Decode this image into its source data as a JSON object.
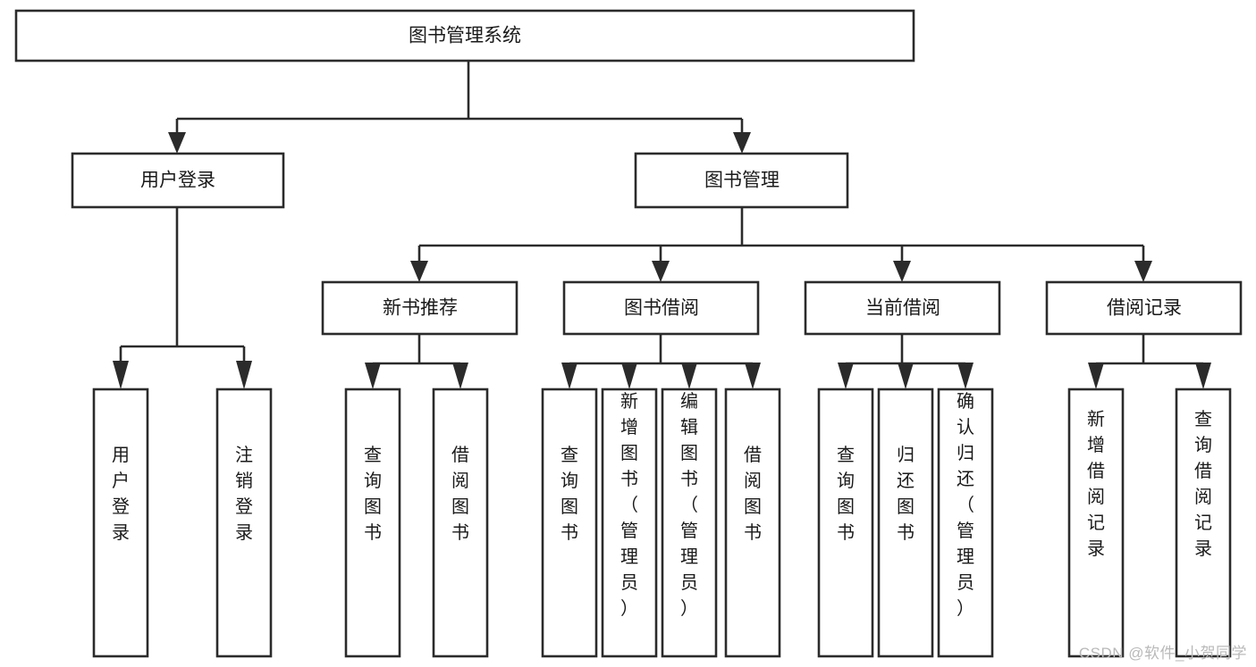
{
  "diagram": {
    "type": "tree-hierarchy",
    "title": "图书管理系统",
    "watermark": "CSDN @软件_小贺同学",
    "colors": {
      "stroke": "#2b2b2b",
      "box_fill": "#ffffff",
      "text": "#1a1a1a",
      "background": "#ffffff",
      "watermark": "#b9b9b9"
    },
    "levels": [
      {
        "level": 1,
        "nodes": [
          {
            "id": "root",
            "label": "图书管理系统",
            "orientation": "horizontal"
          }
        ]
      },
      {
        "level": 2,
        "nodes": [
          {
            "id": "user-login",
            "label": "用户登录",
            "parent": "root",
            "orientation": "horizontal"
          },
          {
            "id": "book-manage",
            "label": "图书管理",
            "parent": "root",
            "orientation": "horizontal"
          }
        ]
      },
      {
        "level": 3,
        "nodes": [
          {
            "id": "new-book-rec",
            "label": "新书推荐",
            "parent": "book-manage",
            "orientation": "horizontal"
          },
          {
            "id": "book-borrow",
            "label": "图书借阅",
            "parent": "book-manage",
            "orientation": "horizontal"
          },
          {
            "id": "current-borrow",
            "label": "当前借阅",
            "parent": "book-manage",
            "orientation": "horizontal"
          },
          {
            "id": "borrow-record",
            "label": "借阅记录",
            "parent": "book-manage",
            "orientation": "horizontal"
          }
        ]
      },
      {
        "level": 4,
        "nodes": [
          {
            "id": "leaf-1",
            "label": "用户登录",
            "parent": "user-login",
            "orientation": "vertical"
          },
          {
            "id": "leaf-2",
            "label": "注销登录",
            "parent": "user-login",
            "orientation": "vertical"
          },
          {
            "id": "leaf-3",
            "label": "查询图书",
            "parent": "new-book-rec",
            "orientation": "vertical"
          },
          {
            "id": "leaf-4",
            "label": "借阅图书",
            "parent": "new-book-rec",
            "orientation": "vertical"
          },
          {
            "id": "leaf-5",
            "label": "查询图书",
            "parent": "book-borrow",
            "orientation": "vertical"
          },
          {
            "id": "leaf-6",
            "label": "新增图书（管理员）",
            "parent": "book-borrow",
            "orientation": "vertical"
          },
          {
            "id": "leaf-7",
            "label": "编辑图书（管理员）",
            "parent": "book-borrow",
            "orientation": "vertical"
          },
          {
            "id": "leaf-8",
            "label": "借阅图书",
            "parent": "book-borrow",
            "orientation": "vertical"
          },
          {
            "id": "leaf-9",
            "label": "查询图书",
            "parent": "current-borrow",
            "orientation": "vertical"
          },
          {
            "id": "leaf-10",
            "label": "归还图书",
            "parent": "current-borrow",
            "orientation": "vertical"
          },
          {
            "id": "leaf-11",
            "label": "确认归还（管理员）",
            "parent": "current-borrow",
            "orientation": "vertical"
          },
          {
            "id": "leaf-12",
            "label": "新增借阅记录",
            "parent": "borrow-record",
            "orientation": "vertical"
          },
          {
            "id": "leaf-13",
            "label": "查询借阅记录",
            "parent": "borrow-record",
            "orientation": "vertical"
          }
        ]
      }
    ]
  }
}
